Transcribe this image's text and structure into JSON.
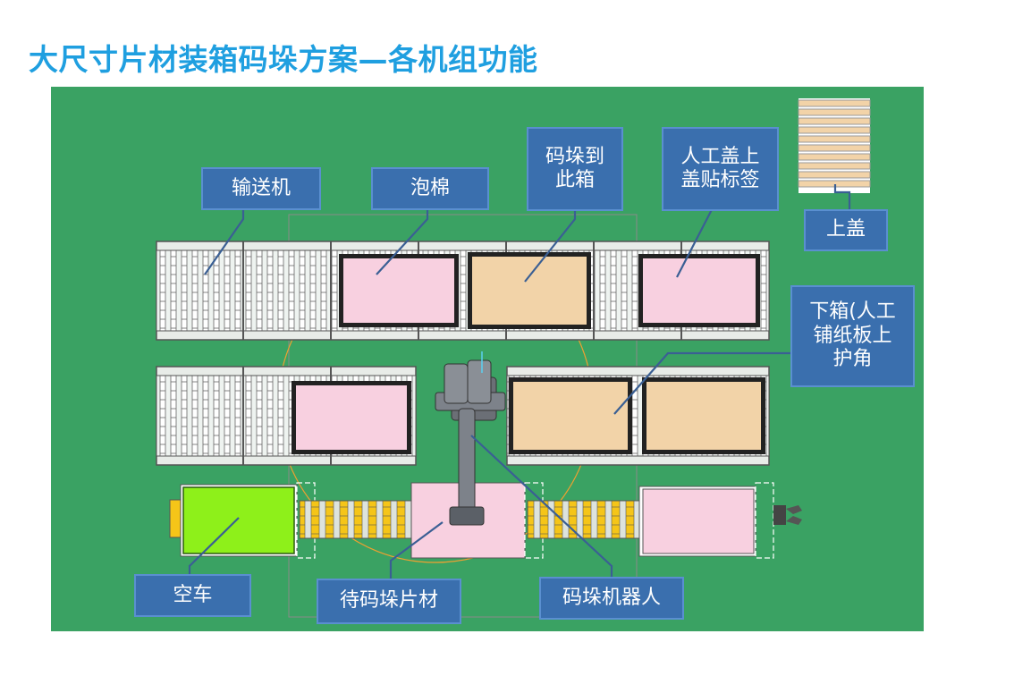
{
  "title": "大尺寸片材装箱码垛方案—各机组功能",
  "labels": {
    "conveyor": "输送机",
    "foam": "泡棉",
    "stack_here": "码垛到\n此箱",
    "manual_cover": "人工盖上\n盖贴标签",
    "top_cover": "上盖",
    "lower_box": "下箱(人工\n铺纸板上\n护角",
    "empty_cart": "空车",
    "sheet_waiting": "待码垛片材",
    "robot": "码垛机器人"
  },
  "colors": {
    "background": "#3aa263",
    "label_fill": "#3a6fae",
    "pink": "#f8d0e0",
    "tan": "#f2d3a8",
    "lime": "#8ef01a",
    "yellow_roller": "#f5c518"
  }
}
